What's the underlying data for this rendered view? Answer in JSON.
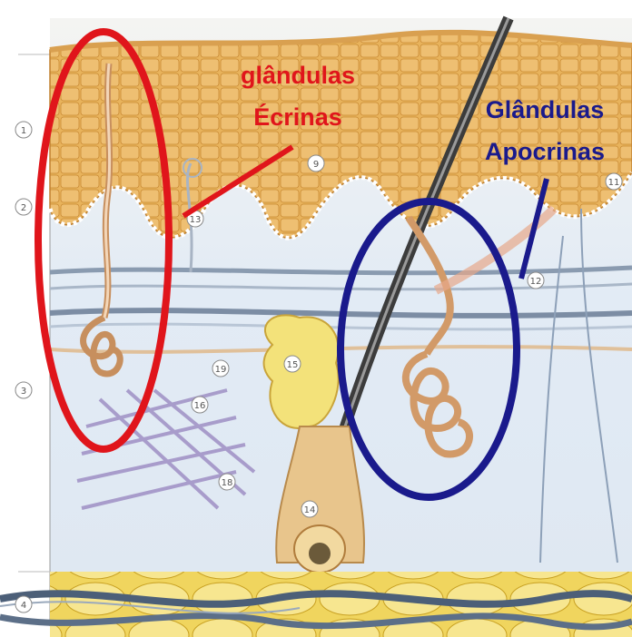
{
  "labels": {
    "eccrine_line1": "glândulas",
    "eccrine_line2": "Écrinas",
    "apocrine_line1": "Glândulas",
    "apocrine_line2": "Apocrinas"
  },
  "layer_markers": [
    "1",
    "2",
    "3",
    "4"
  ],
  "structure_numbers": [
    "9",
    "11",
    "12",
    "13",
    "14",
    "15",
    "16",
    "18",
    "19"
  ],
  "colors": {
    "eccrine_highlight": "#e0151b",
    "apocrine_highlight": "#1a1a8c",
    "epidermis": "#e9b562",
    "dermis": "#e3ecf6",
    "hypodermis": "#f2e08a",
    "hair": "#3c3c3c"
  }
}
